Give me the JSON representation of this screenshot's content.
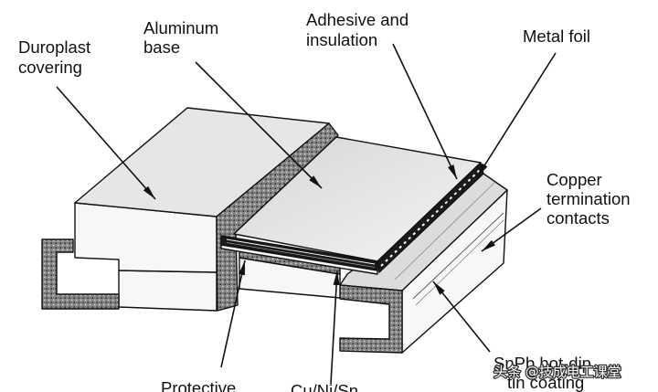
{
  "diagram": {
    "labels": {
      "duroplast_covering": [
        "Duroplast",
        "covering"
      ],
      "aluminum_base": [
        "Aluminum",
        "base"
      ],
      "adhesive_insulation": [
        "Adhesive and",
        "insulation"
      ],
      "metal_foil": [
        "Metal foil"
      ],
      "copper_termination": [
        "Copper",
        "termination",
        "contacts"
      ],
      "snpb_coating": [
        "SnPb hot-dip",
        "tin coating"
      ],
      "protective": [
        "Protective"
      ],
      "cu_ni_sn": [
        "Cu/Ni/Sn"
      ]
    },
    "watermark": "头条 @技成电工课堂"
  },
  "colors": {
    "line": "#111111",
    "stipple": "#8a8a8a",
    "layer": "#1b1b1b",
    "face": "#f7f7f7",
    "top_face": "#e6e6e6"
  }
}
